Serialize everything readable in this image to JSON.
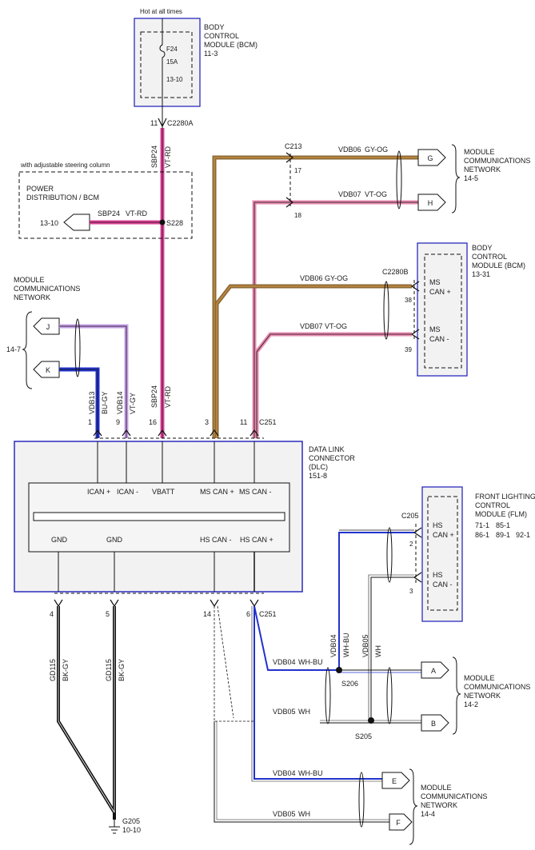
{
  "top": {
    "hot_label": "Hot at all times",
    "fuse": {
      "id": "F24",
      "amps": "15A",
      "ref": "13-10"
    },
    "bcm_top": {
      "line1": "BODY",
      "line2": "CONTROL",
      "line3": "MODULE (BCM)",
      "ref": "11-3"
    },
    "pin": "11",
    "connector": "C2280A",
    "circuit": "SBP24",
    "color": "VT-RD"
  },
  "power_dist": {
    "note": "with adjustable steering column",
    "line1": "POWER",
    "line2": "DISTRIBUTION / BCM",
    "ref": "13-10",
    "circuit": "SBP24",
    "color": "VT-RD",
    "splice": "S228"
  },
  "mcn_right_top": {
    "line1": "MODULE",
    "line2": "COMMUNICATIONS",
    "line3": "NETWORK",
    "ref": "14-5",
    "connector": "C213",
    "pins": [
      "17",
      "18"
    ],
    "wires": [
      {
        "circuit": "VDB06",
        "color": "GY-OG",
        "term": "G"
      },
      {
        "circuit": "VDB07",
        "color": "VT-OG",
        "term": "H"
      }
    ]
  },
  "bcm_right": {
    "line1": "BODY",
    "line2": "CONTROL",
    "line3": "MODULE (BCM)",
    "ref": "13-31",
    "connector": "C2280B",
    "pins": [
      "38",
      "39"
    ],
    "pin_names": [
      "MS CAN +",
      "MS CAN -"
    ],
    "ms_a": "MS",
    "ms_b": "CAN +",
    "ms_c": "MS",
    "ms_d": "CAN -",
    "wires": [
      {
        "circuit": "VDB06",
        "color": "GY-OG"
      },
      {
        "circuit": "VDB07",
        "color": "VT-OG"
      }
    ]
  },
  "mcn_left": {
    "line1": "MODULE",
    "line2": "COMMUNICATIONS",
    "line3": "NETWORK",
    "ref": "14-7",
    "terms": [
      "J",
      "K"
    ],
    "wires": [
      {
        "circuit": "VDB13",
        "color": "BU-GY"
      },
      {
        "circuit": "VDB14",
        "color": "VT-GY"
      }
    ]
  },
  "dlc_top_wires": {
    "pins": [
      "1",
      "9",
      "16",
      "3",
      "11"
    ],
    "connector": "C251",
    "circuit": "SBP24",
    "color": "VT-RD"
  },
  "dlc": {
    "line1": "DATA LINK",
    "line2": "CONNECTOR",
    "line3": "(DLC)",
    "ref": "151-8",
    "top_pins": [
      "ICAN +",
      "ICAN -",
      "VBATT",
      "MS CAN +",
      "MS CAN -"
    ],
    "bottom_pins": [
      "GND",
      "GND",
      "HS CAN -",
      "HS CAN +"
    ]
  },
  "flm": {
    "line1": "FRONT LIGHTING",
    "line2": "CONTROL",
    "line3": "MODULE (FLM)",
    "refs_row1": [
      "71-1",
      "85-1"
    ],
    "refs_row2": [
      "86-1",
      "89-1",
      "92-1"
    ],
    "connector": "C205",
    "pins": [
      "2",
      "3"
    ],
    "hs_a": "HS",
    "hs_b": "CAN +",
    "hs_c": "HS",
    "hs_d": "CAN -",
    "wires": [
      {
        "circuit": "VDB04",
        "color": "WH-BU"
      },
      {
        "circuit": "VDB05",
        "color": "WH"
      }
    ]
  },
  "bottom": {
    "pins": [
      "4",
      "5",
      "14",
      "6"
    ],
    "connector": "C251",
    "gnd_circuit": "GD115",
    "gnd_color": "BK-GY",
    "ground": "G205",
    "ground_ref": "10-10",
    "splices": [
      "S206",
      "S205"
    ],
    "mcn_ab": {
      "line1": "MODULE",
      "line2": "COMMUNICATIONS",
      "line3": "NETWORK",
      "ref": "14-2",
      "terms": [
        "A",
        "B"
      ],
      "wires": [
        {
          "circuit": "VDB04",
          "color": "WH-BU"
        },
        {
          "circuit": "VDB05",
          "color": "WH"
        }
      ]
    },
    "mcn_ef": {
      "line1": "MODULE",
      "line2": "COMMUNICATIONS",
      "line3": "NETWORK",
      "ref": "14-4",
      "terms": [
        "E",
        "F"
      ],
      "wires": [
        {
          "circuit": "VDB04",
          "color": "WH-BU"
        },
        {
          "circuit": "VDB05",
          "color": "WH"
        }
      ]
    }
  },
  "colors": {
    "vt_rd": "#e0449a",
    "gy_og": "#8a6a3a",
    "gy_og_core": "#c58a3a",
    "vt_og": "#e98bb0",
    "bu": "#2233cc",
    "vt": "#c7a0e8",
    "module_border": "#2b2bbd",
    "black": "#111111"
  }
}
